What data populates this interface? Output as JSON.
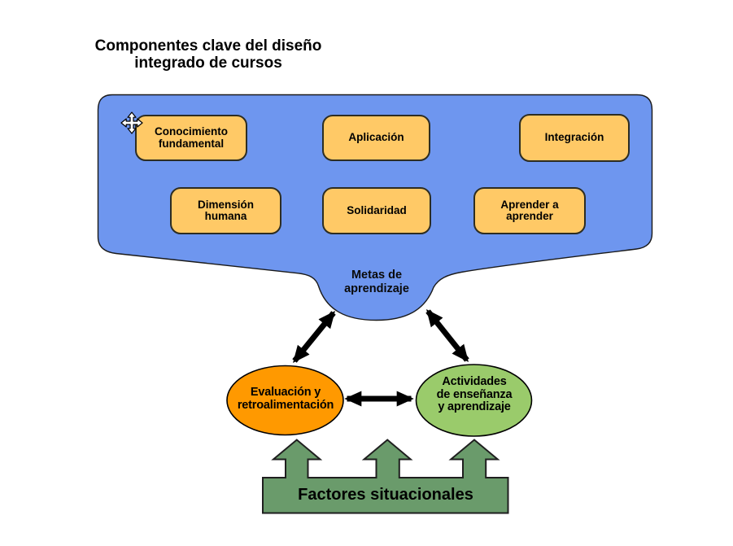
{
  "title": {
    "lines": [
      "Componentes clave del diseño",
      "integrado de cursos"
    ]
  },
  "goals": {
    "boxes": [
      {
        "id": "conocimiento-fundamental",
        "lines": [
          "Conocimiento",
          "fundamental"
        ]
      },
      {
        "id": "aplicacion",
        "lines": [
          "Aplicación"
        ]
      },
      {
        "id": "integracion",
        "lines": [
          "Integración"
        ]
      },
      {
        "id": "dimension-humana",
        "lines": [
          "Dimensión",
          "humana"
        ]
      },
      {
        "id": "solidaridad",
        "lines": [
          "Solidaridad"
        ]
      },
      {
        "id": "aprender-a-aprender",
        "lines": [
          "Aprender a",
          "aprender"
        ]
      }
    ],
    "funnel_label": {
      "lines": [
        "Metas de",
        "aprendizaje"
      ]
    }
  },
  "nodes": {
    "evaluacion": {
      "lines": [
        "Evaluación y",
        "retroalimentación"
      ]
    },
    "actividades": {
      "lines": [
        "Actividades",
        "de enseñanza",
        "y aprendizaje"
      ]
    }
  },
  "foundation": {
    "label": "Factores situacionales"
  },
  "icons": {
    "cursor": "move-cursor"
  },
  "colors": {
    "blob_fill": "#6E96EF",
    "box_fill": "#FFC966",
    "box_border": "#2d2d22",
    "evaluacion_fill": "#FF9900",
    "actividades_fill": "#9ACB6B",
    "foundation_fill": "#6A9B6B",
    "arrow": "#000000",
    "text": "#000000"
  }
}
